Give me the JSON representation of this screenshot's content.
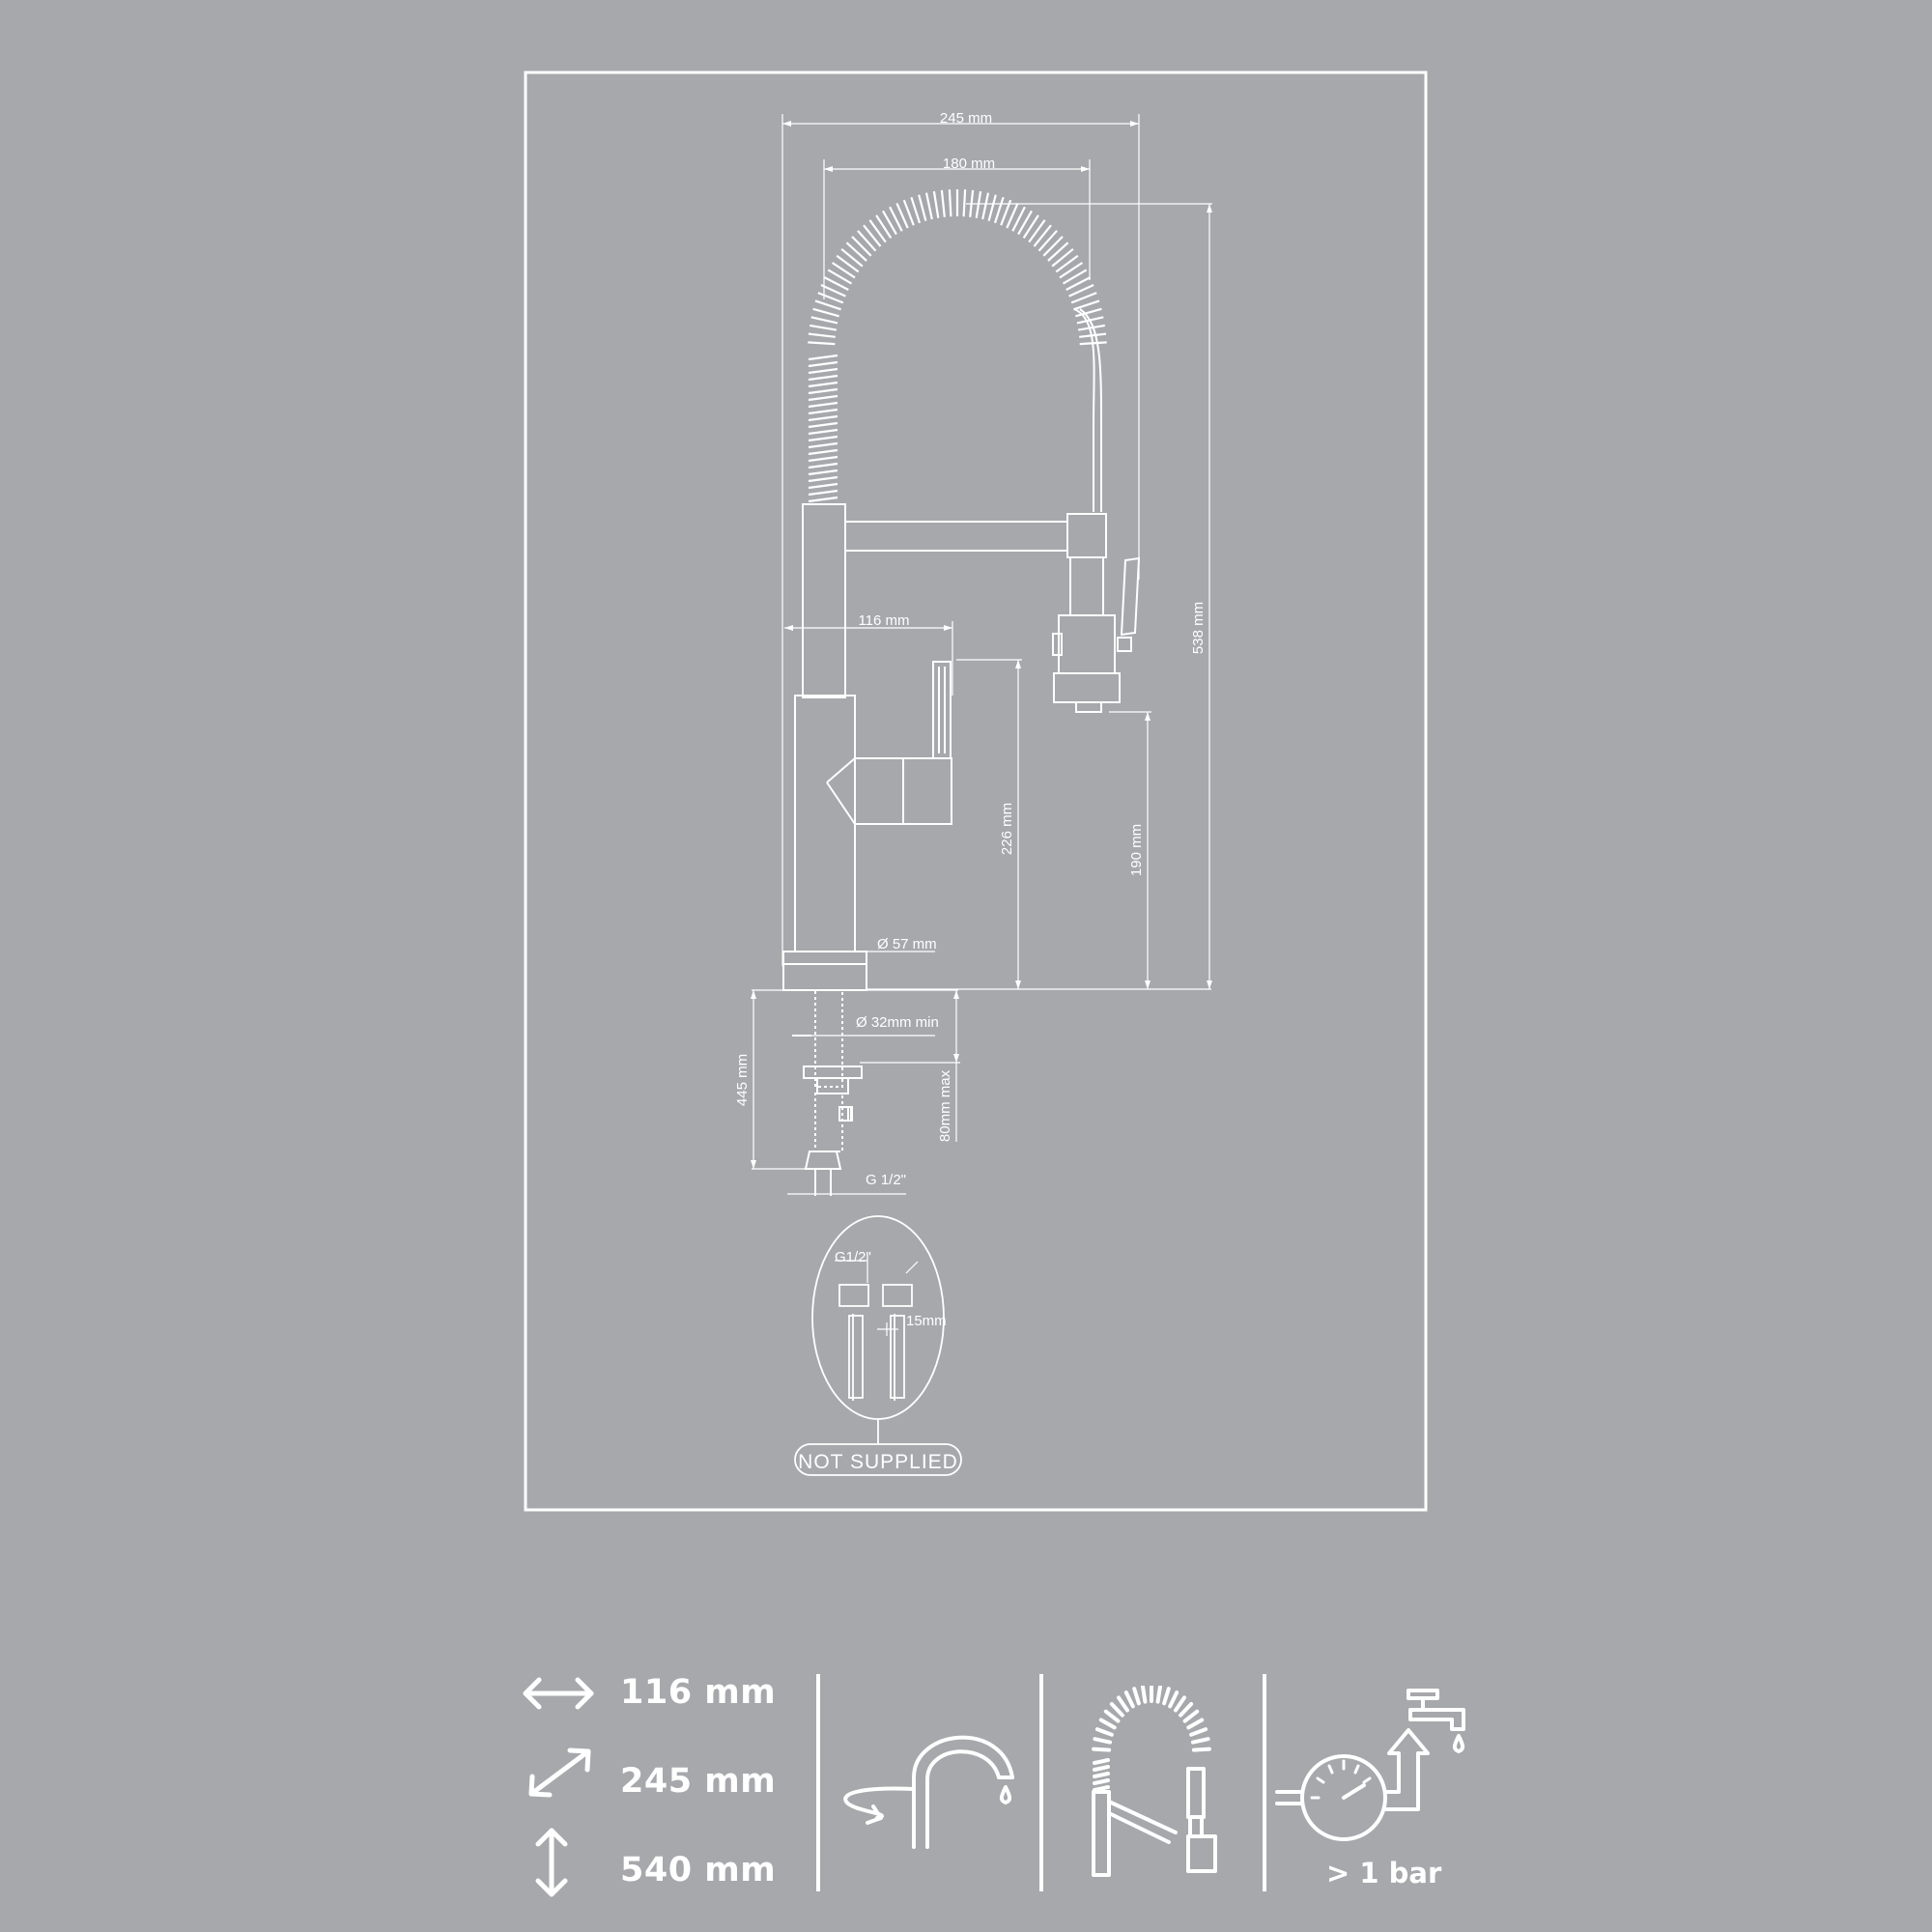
{
  "dimensions": {
    "width_total": "245 mm",
    "width_spout": "180 mm",
    "height_total": "538 mm",
    "reach_handle": "116 mm",
    "height_handle": "226 mm",
    "height_spray": "190 mm",
    "base_diameter": "Ø 57 mm",
    "hole_diameter": "Ø 32mm min",
    "hose_length": "445 mm",
    "deck_thickness": "80mm max",
    "connection": "G 1/2\"",
    "valve_thread": "G1/2\"",
    "valve_spacing": "15mm",
    "not_supplied": "NOT SUPPLIED"
  },
  "features": {
    "reach": "116 mm",
    "width": "245 mm",
    "height": "540 mm",
    "pressure": "> 1 bar"
  },
  "icons": [
    "horizontal-arrow-icon",
    "diagonal-arrow-icon",
    "vertical-arrow-icon",
    "swivel-spout-icon",
    "spring-spout-icon",
    "water-pressure-icon"
  ]
}
